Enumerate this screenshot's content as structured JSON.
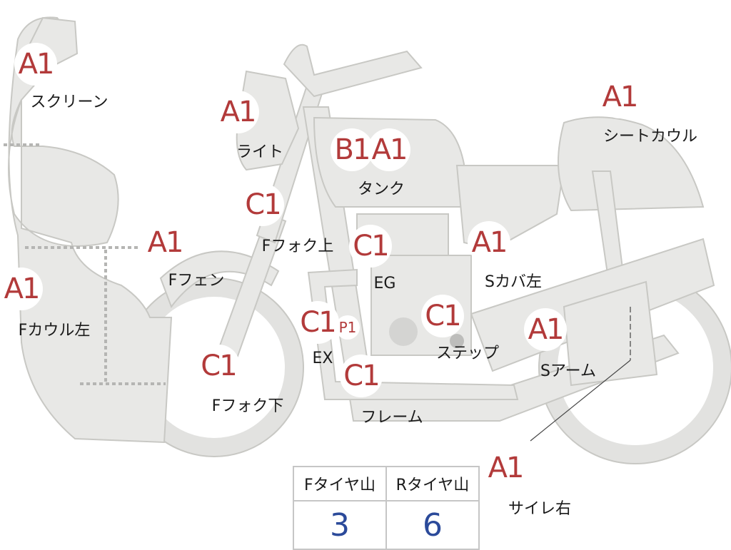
{
  "parts": [
    {
      "id": "screen",
      "grade": "A1",
      "label": "スクリーン"
    },
    {
      "id": "light",
      "grade": "A1",
      "label": "ライト"
    },
    {
      "id": "tank-b",
      "grade": "B1"
    },
    {
      "id": "tank",
      "grade": "A1",
      "label": "タンク"
    },
    {
      "id": "seat-cowl",
      "grade": "A1",
      "label": "シートカウル"
    },
    {
      "id": "ffork-upper",
      "grade": "C1",
      "label": "Fフォク上"
    },
    {
      "id": "ffender",
      "grade": "A1",
      "label": "Fフェン"
    },
    {
      "id": "engine",
      "grade": "C1",
      "label": "EG"
    },
    {
      "id": "scover-left",
      "grade": "A1",
      "label": "Sカバ左"
    },
    {
      "id": "fcowl-left",
      "grade": "A1",
      "label": "Fカウル左"
    },
    {
      "id": "exhaust",
      "grade": "C1",
      "label": "EX"
    },
    {
      "id": "exhaust-p",
      "grade": "P1"
    },
    {
      "id": "step",
      "grade": "C1",
      "label": "ステップ"
    },
    {
      "id": "swingarm",
      "grade": "A1",
      "label": "Sアーム"
    },
    {
      "id": "ffork-lower",
      "grade": "C1",
      "label": "Fフォク下"
    },
    {
      "id": "frame",
      "grade": "C1",
      "label": "フレーム"
    },
    {
      "id": "silencer-right",
      "grade": "A1",
      "label": "サイレ右"
    }
  ],
  "tire_table": {
    "headers": [
      "Fタイヤ山",
      "Rタイヤ山"
    ],
    "values": [
      "3",
      "6"
    ]
  },
  "colors": {
    "part_fill": "#e8e8e6",
    "part_stroke": "#c8c8c4",
    "grade_text": "#b23a3a",
    "tire_value_text": "#2b4a9a"
  }
}
